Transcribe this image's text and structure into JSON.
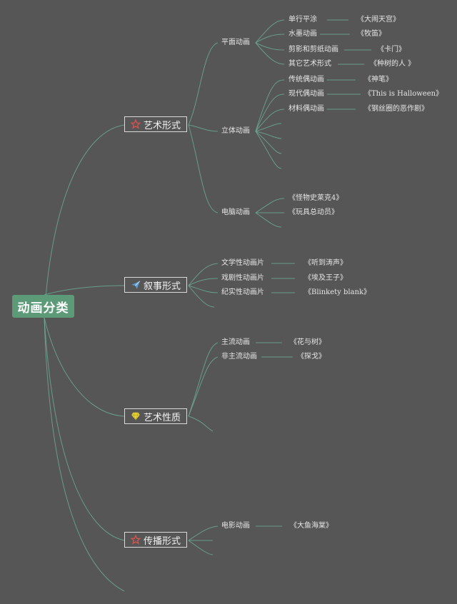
{
  "root": {
    "label": "动画分类"
  },
  "categories": [
    {
      "label": "艺术形式",
      "icon": "star-icon",
      "icon_color": "#d9534f",
      "subs": [
        {
          "label": "平面动画",
          "items": [
            {
              "label": "单行平涂",
              "work": "《大闹天宫》"
            },
            {
              "label": "水墨动画",
              "work": "《牧笛》"
            },
            {
              "label": "剪影和剪纸动画",
              "work": "《卡门》"
            },
            {
              "label": "其它艺术形式",
              "work": "《种树的人 》"
            }
          ]
        },
        {
          "label": "立体动画",
          "items": [
            {
              "label": "传统偶动画",
              "work": "《神笔》"
            },
            {
              "label": "现代偶动画",
              "work": "《This is Halloween》"
            },
            {
              "label": "材料偶动画",
              "work": "《钢丝圈的恶作剧》"
            }
          ]
        },
        {
          "label": "电脑动画",
          "items": [
            {
              "label": "",
              "work": "《怪物史莱克4》"
            },
            {
              "label": "",
              "work": "《玩具总动员》"
            }
          ]
        }
      ]
    },
    {
      "label": "叙事形式",
      "icon": "paper-plane-icon",
      "icon_color": "#5b9bd5",
      "subs": [
        {
          "label": "文学性动画片",
          "work": "《听到涛声》"
        },
        {
          "label": "戏剧性动画片",
          "work": "《埃及王子》"
        },
        {
          "label": "纪实性动画片",
          "work": "《Blinkety blank》"
        }
      ]
    },
    {
      "label": "艺术性质",
      "icon": "diamond-icon",
      "icon_color": "#e8d33a",
      "subs": [
        {
          "label": "主流动画",
          "work": "《花与树》"
        },
        {
          "label": "非主流动画",
          "work": "《探戈》"
        }
      ]
    },
    {
      "label": "传播形式",
      "icon": "star-icon",
      "icon_color": "#d9534f",
      "subs": [
        {
          "label": "电影动画",
          "work": "《大鱼海棠》"
        }
      ]
    }
  ]
}
